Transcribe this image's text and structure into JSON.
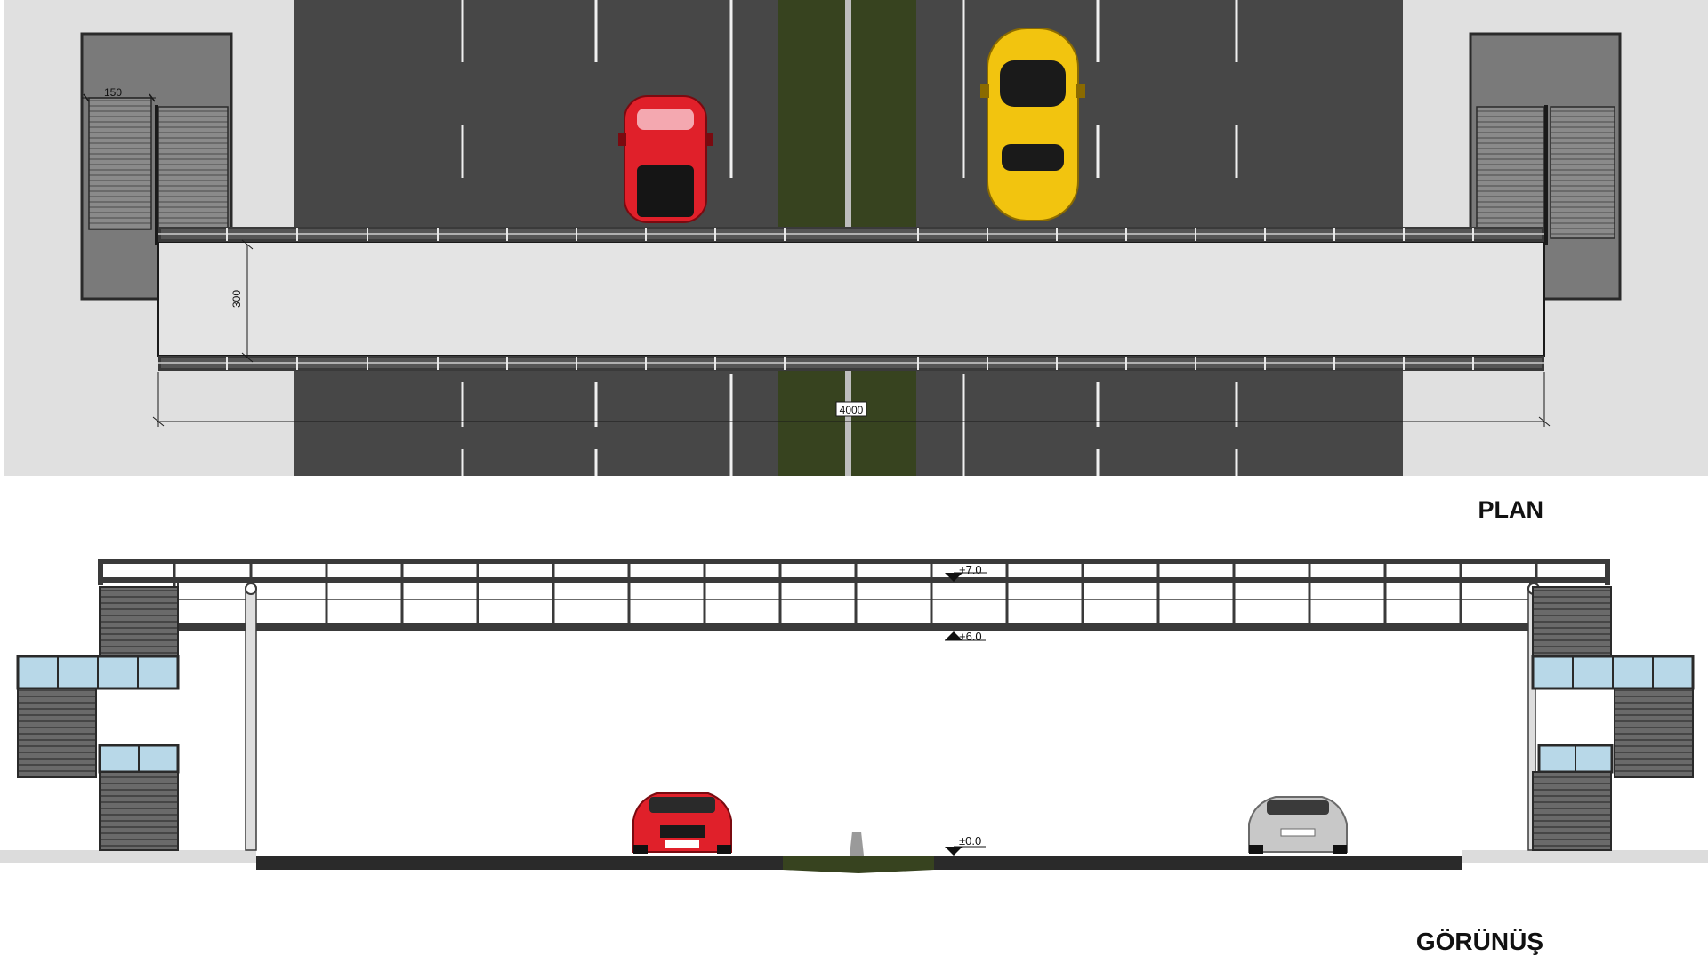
{
  "plan": {
    "title": "PLAN",
    "dimensions": {
      "stair_width": "150",
      "deck_width": "300",
      "span": "4000"
    }
  },
  "elevation": {
    "title": "GÖRÜNÜŞ",
    "levels": {
      "top": "+7.0",
      "deck": "+6.0",
      "ground": "±0.0"
    }
  },
  "colors": {
    "road": "#474747",
    "median": "#37431f",
    "pavement": "#e0e0e0",
    "stair": "#7a7a7a",
    "steel": "#3a3a3a",
    "glass": "#b8d8e8",
    "car_red": "#e0202a",
    "car_yellow": "#f2c40f",
    "car_silver": "#c8c8c8"
  }
}
